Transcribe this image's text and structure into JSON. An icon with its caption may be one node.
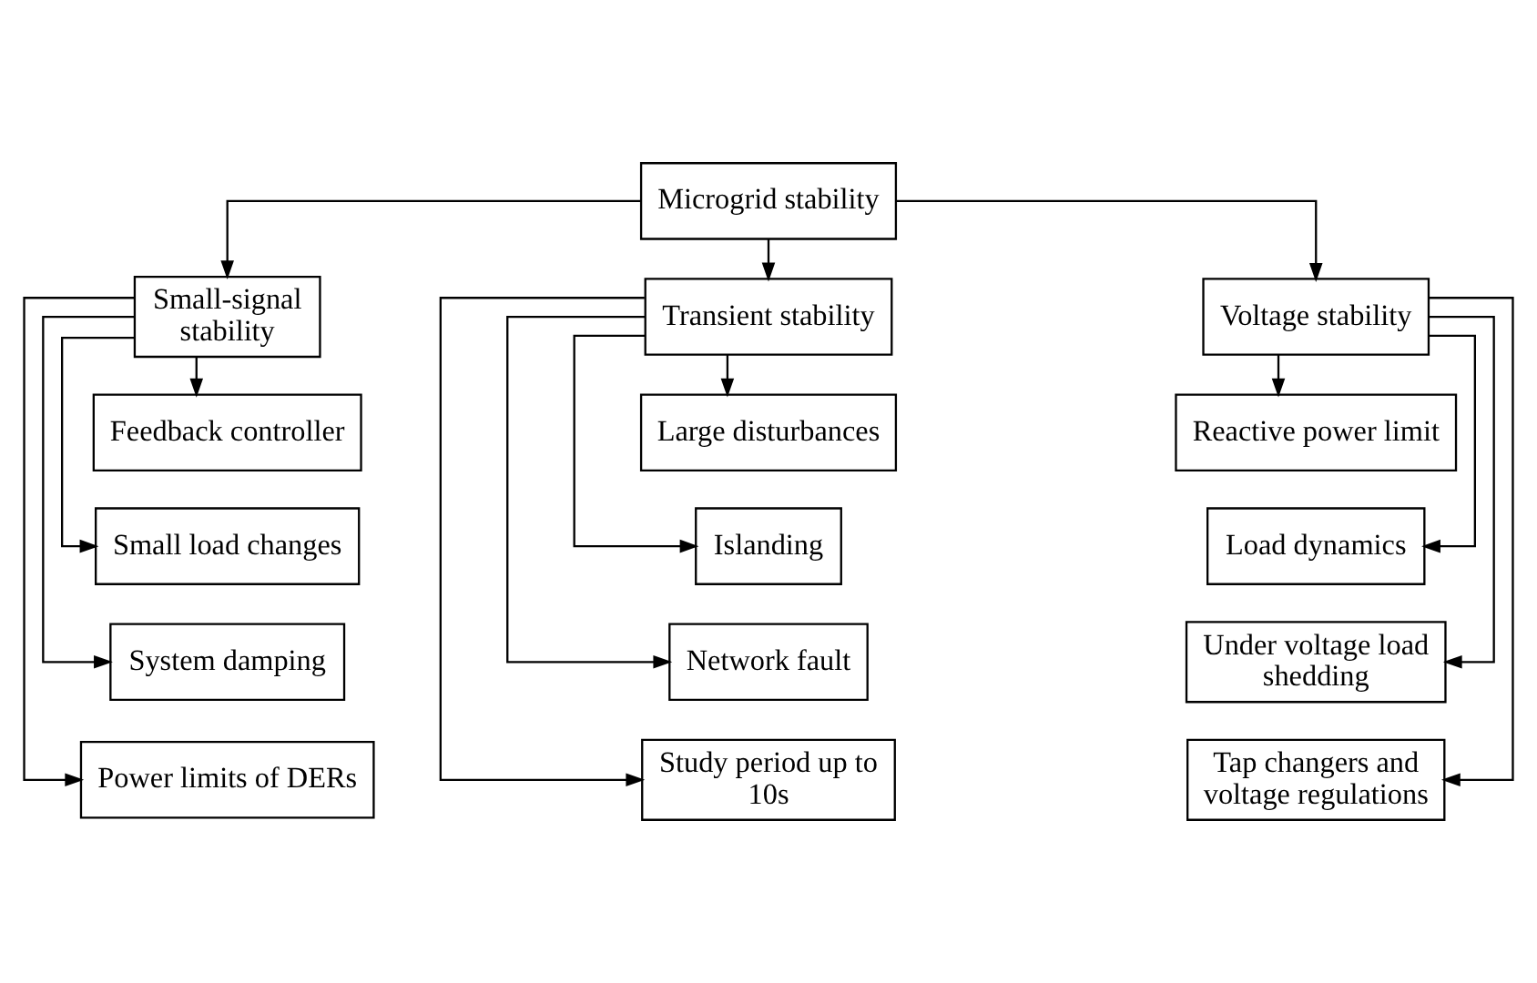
{
  "diagram": {
    "nodes": [
      {
        "text": [
          "Microgrid stability"
        ]
      },
      {
        "text": [
          "Small-signal stability"
        ]
      },
      {
        "text": [
          "Transient stability"
        ]
      },
      {
        "text": [
          "Voltage stability"
        ]
      },
      {
        "text": [
          "Feedback controller"
        ]
      },
      {
        "text": [
          "Small load changes"
        ]
      },
      {
        "text": [
          "System damping"
        ]
      },
      {
        "text": [
          "Power limits of DERs"
        ]
      },
      {
        "text": [
          "Large disturbances"
        ]
      },
      {
        "text": [
          "Islanding"
        ]
      },
      {
        "text": [
          "Network fault"
        ]
      },
      {
        "text": [
          "Study period up to 10s"
        ]
      },
      {
        "text": [
          "Reactive power limit"
        ]
      },
      {
        "text": [
          "Load dynamics"
        ]
      },
      {
        "text": [
          "Under voltage load shedding"
        ]
      },
      {
        "text": [
          "Tap changers and voltage regulations"
        ]
      }
    ],
    "edges": [
      {
        "from": 0,
        "to": 1,
        "arrow": "to"
      },
      {
        "from": 0,
        "to": 2,
        "arrow": "to"
      },
      {
        "from": 0,
        "to": 3,
        "arrow": "to"
      },
      {
        "from": 1,
        "to": 4,
        "arrow": "to"
      },
      {
        "from": 1,
        "to": 5,
        "arrow": "to"
      },
      {
        "from": 1,
        "to": 6,
        "arrow": "to"
      },
      {
        "from": 1,
        "to": 7,
        "arrow": "to"
      },
      {
        "from": 2,
        "to": 8,
        "arrow": "to"
      },
      {
        "from": 2,
        "to": 9,
        "arrow": "to"
      },
      {
        "from": 2,
        "to": 10,
        "arrow": "to"
      },
      {
        "from": 2,
        "to": 11,
        "arrow": "to"
      },
      {
        "from": 3,
        "to": 12,
        "arrow": "to"
      },
      {
        "from": 3,
        "to": 13,
        "arrow": "to"
      },
      {
        "from": 3,
        "to": 14,
        "arrow": "to"
      },
      {
        "from": 3,
        "to": 15,
        "arrow": "to"
      }
    ]
  }
}
